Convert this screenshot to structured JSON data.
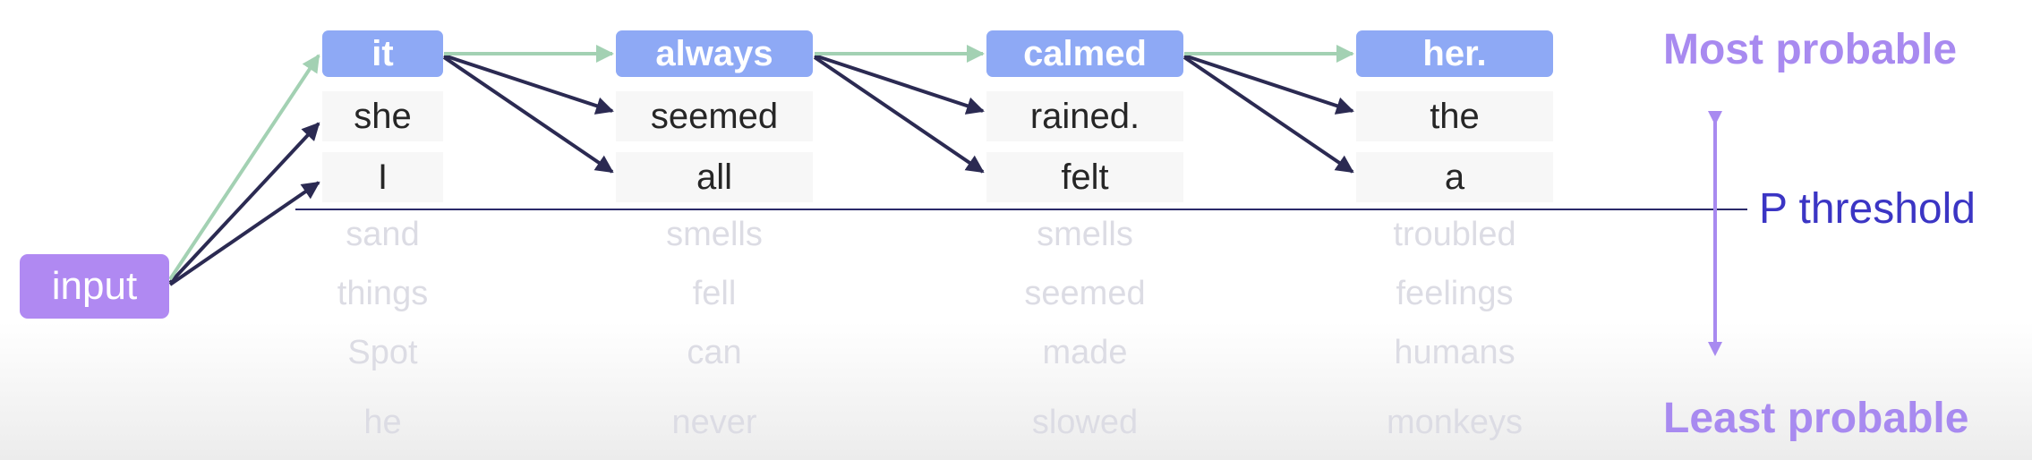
{
  "input_label": "input",
  "columns": [
    {
      "top": "it",
      "second": "she",
      "third": "I",
      "faded": [
        "sand",
        "things",
        "Spot",
        "he"
      ]
    },
    {
      "top": "always",
      "second": "seemed",
      "third": "all",
      "faded": [
        "smells",
        "fell",
        "can",
        "never"
      ]
    },
    {
      "top": "calmed",
      "second": "rained.",
      "third": "felt",
      "faded": [
        "smells",
        "seemed",
        "made",
        "slowed"
      ]
    },
    {
      "top": "her.",
      "second": "the",
      "third": "a",
      "faded": [
        "troubled",
        "feelings",
        "humans",
        "monkeys"
      ]
    }
  ],
  "labels": {
    "most": "Most probable",
    "least": "Least probable",
    "threshold": "P threshold"
  },
  "colors": {
    "selected_box": "#8ea9f5",
    "input_box": "#b089f2",
    "selected_arrow": "#a3d1b3",
    "other_arrow": "#2b2a52",
    "threshold_line": "#2b2a6a",
    "probability_arrow": "#a88af0"
  }
}
